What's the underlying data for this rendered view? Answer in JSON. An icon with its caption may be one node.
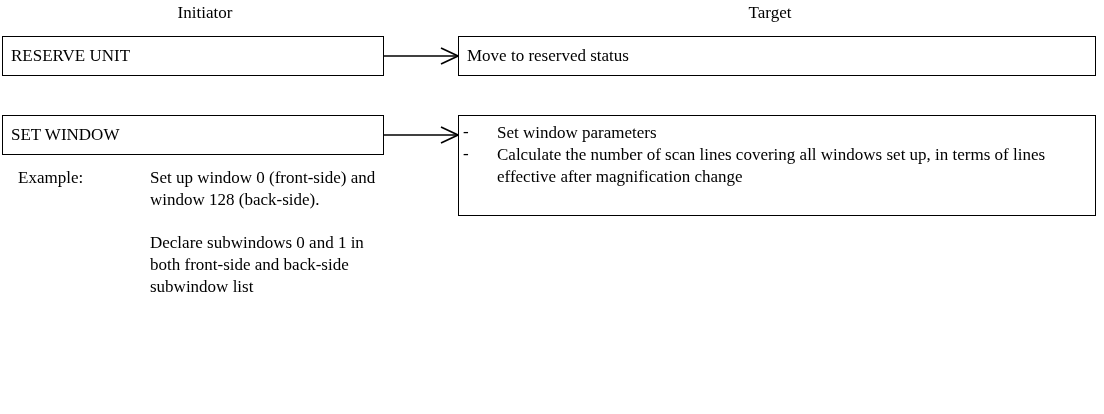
{
  "diagram": {
    "nodes": [
      {
        "text": [
          "RESERVE UNIT"
        ]
      },
      {
        "text": [
          "Move to reserved status"
        ]
      },
      {
        "text": [
          "SET WINDOW"
        ]
      },
      {
        "text": [
          "Set window parameters",
          "Calculate the number of scan lines covering all windows set up, in terms of lines effective after magnification change"
        ]
      }
    ],
    "edges": [
      {
        "from": 0,
        "to": 1,
        "arrow": "to"
      },
      {
        "from": 2,
        "to": 3,
        "arrow": "to"
      }
    ],
    "labels": [
      "Initiator",
      "Target",
      "-",
      "-",
      "Example:",
      "Set up window 0 (front-side) and window 128 (back-side).",
      "Declare subwindows 0 and 1 in both front-side and back-side subwindow list"
    ]
  }
}
